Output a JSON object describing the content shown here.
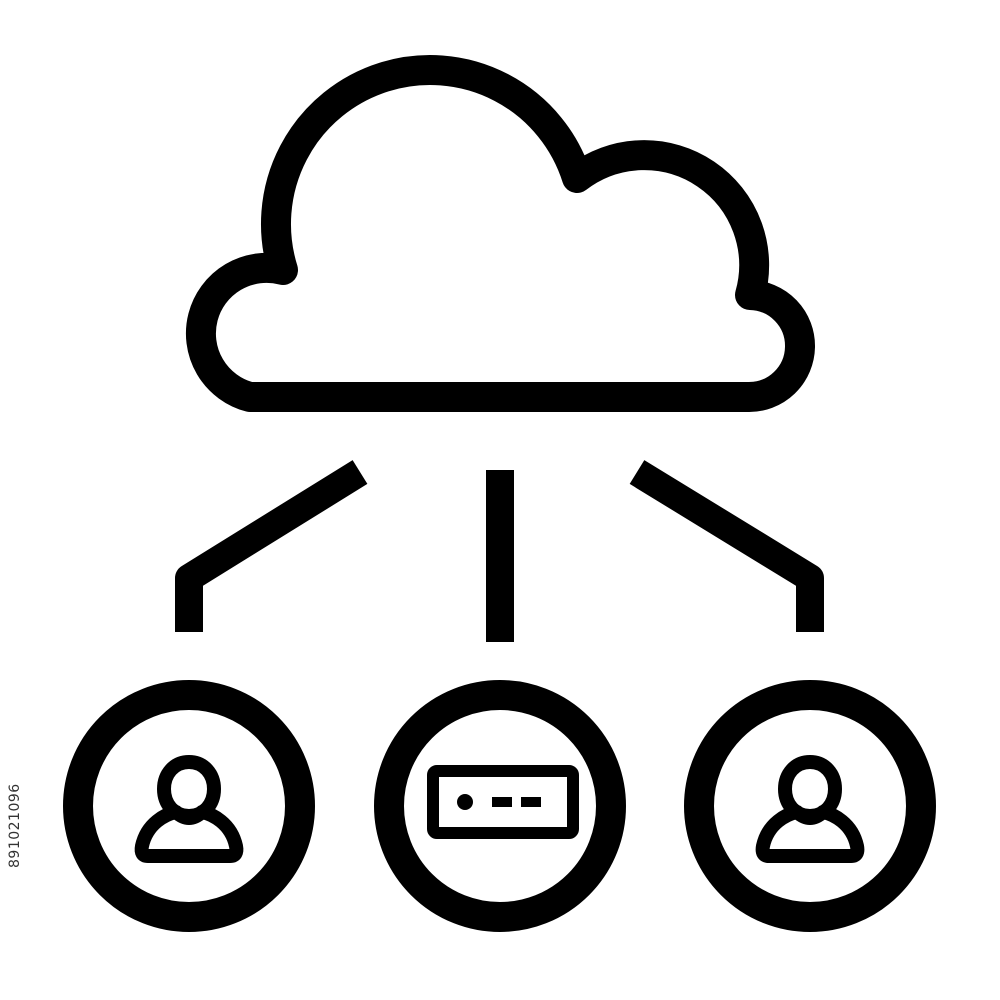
{
  "icon": {
    "description_name": "cloud-network",
    "stroke_color": "#000000",
    "background_color": "#ffffff",
    "nodes": [
      {
        "role": "user",
        "icon": "person-icon"
      },
      {
        "role": "server",
        "icon": "server-icon"
      },
      {
        "role": "user",
        "icon": "person-icon"
      }
    ],
    "hub_icon": "cloud-icon",
    "connector_icon": "connector-line"
  },
  "watermark": {
    "id_text": "891021096"
  }
}
